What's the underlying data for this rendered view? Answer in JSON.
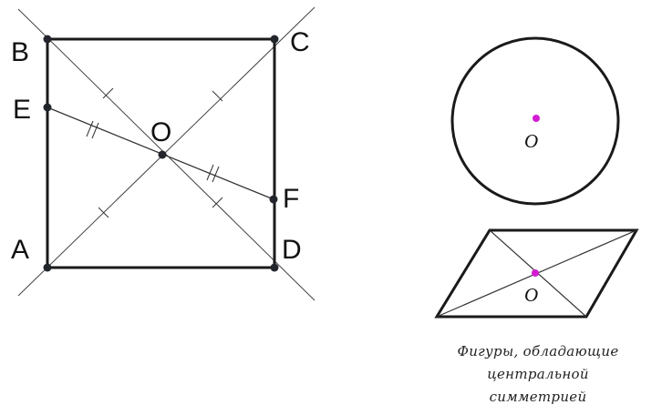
{
  "square_figure": {
    "vertex_labels": {
      "A": "A",
      "B": "B",
      "C": "C",
      "D": "D",
      "E": "E",
      "F": "F",
      "O": "O"
    }
  },
  "circle_figure": {
    "center_label": "O"
  },
  "parallelogram_figure": {
    "center_label": "O"
  },
  "caption": {
    "line1": "Фигуры, обладающие",
    "line2": "центральной",
    "line3": "симметрией"
  },
  "colors": {
    "stroke": "#1a1a1a",
    "thin_line": "#333333",
    "point": "#22252b",
    "center_point": "#d21cd2"
  }
}
